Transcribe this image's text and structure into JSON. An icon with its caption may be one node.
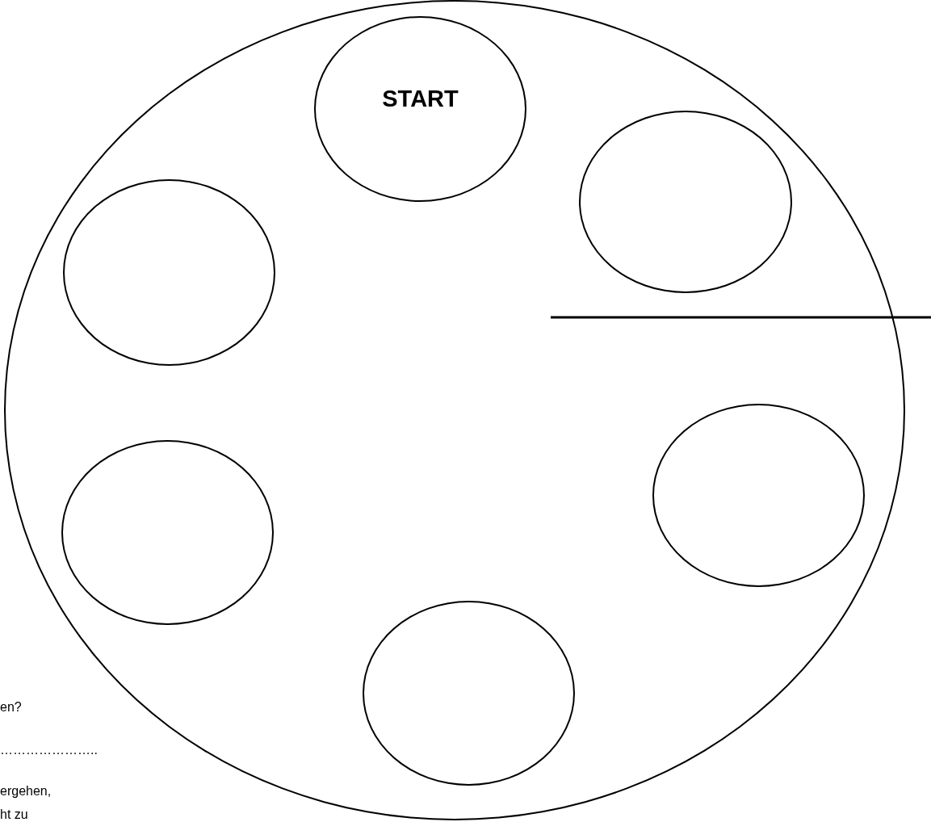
{
  "diagram": {
    "nodes": [
      {
        "text": [],
        "shape": "circle"
      },
      {
        "text": [
          "START"
        ],
        "in": 0
      },
      {
        "text": [],
        "shape": "circle",
        "in": 0
      },
      {
        "text": [],
        "shape": "circle",
        "in": 0
      },
      {
        "text": [],
        "shape": "circle",
        "in": 0
      },
      {
        "text": [],
        "shape": "circle",
        "in": 0
      },
      {
        "text": [],
        "shape": "circle",
        "in": 0
      }
    ],
    "labels": [
      "en?",
      "…………………..",
      "ergehen,",
      "ht zu"
    ]
  }
}
